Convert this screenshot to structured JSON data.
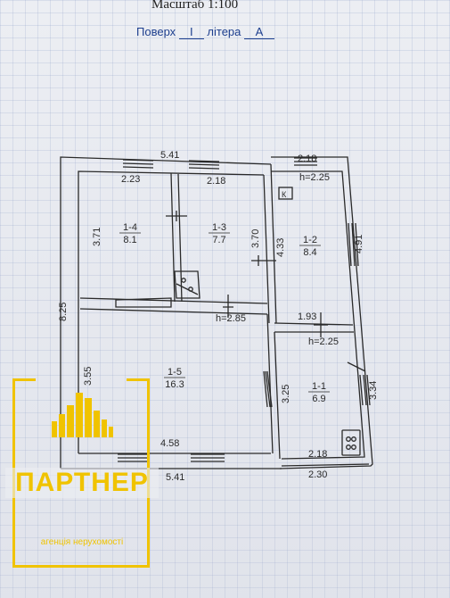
{
  "header": {
    "scale_label": "Масштаб  1:100",
    "floor_label": "Поверх",
    "floor_value": "I",
    "letter_label": "літера",
    "letter_value": "А"
  },
  "plan": {
    "outer_dims": {
      "top": "5.41",
      "bottom": "5.41",
      "left": "8.25"
    },
    "inner_dims": {
      "top_left_window": "2.23",
      "top_mid_window": "2.18",
      "top_right_window": "2.18",
      "room4_height": "3.71",
      "room3_height": "3.70",
      "room2_width_mark": "4.33",
      "right_wall": "4.91",
      "room2_bottom": "1.93",
      "room5_height": "3.55",
      "room5_width": "4.58",
      "room1_height": "3.25",
      "room1_right": "3.34",
      "room1_inner_bottom": "2.18",
      "room1_outer_bottom": "2.30"
    },
    "heights": {
      "right": "h=2.25",
      "main": "h=2.85",
      "lower_right": "h=2.25"
    },
    "kitchen_marker": "К",
    "rooms": [
      {
        "id": "1-4",
        "area": "8.1"
      },
      {
        "id": "1-3",
        "area": "7.7"
      },
      {
        "id": "1-2",
        "area": "8.4"
      },
      {
        "id": "1-5",
        "area": "16.3"
      },
      {
        "id": "1-1",
        "area": "6.9"
      }
    ]
  },
  "logo": {
    "name": "ПАРТНЕР",
    "tagline": "агенція нерухомості",
    "color": "#f0c300"
  },
  "colors": {
    "ink": "#2a2a2a",
    "form_text": "#1d3f8e",
    "paper": "#eceef3"
  }
}
